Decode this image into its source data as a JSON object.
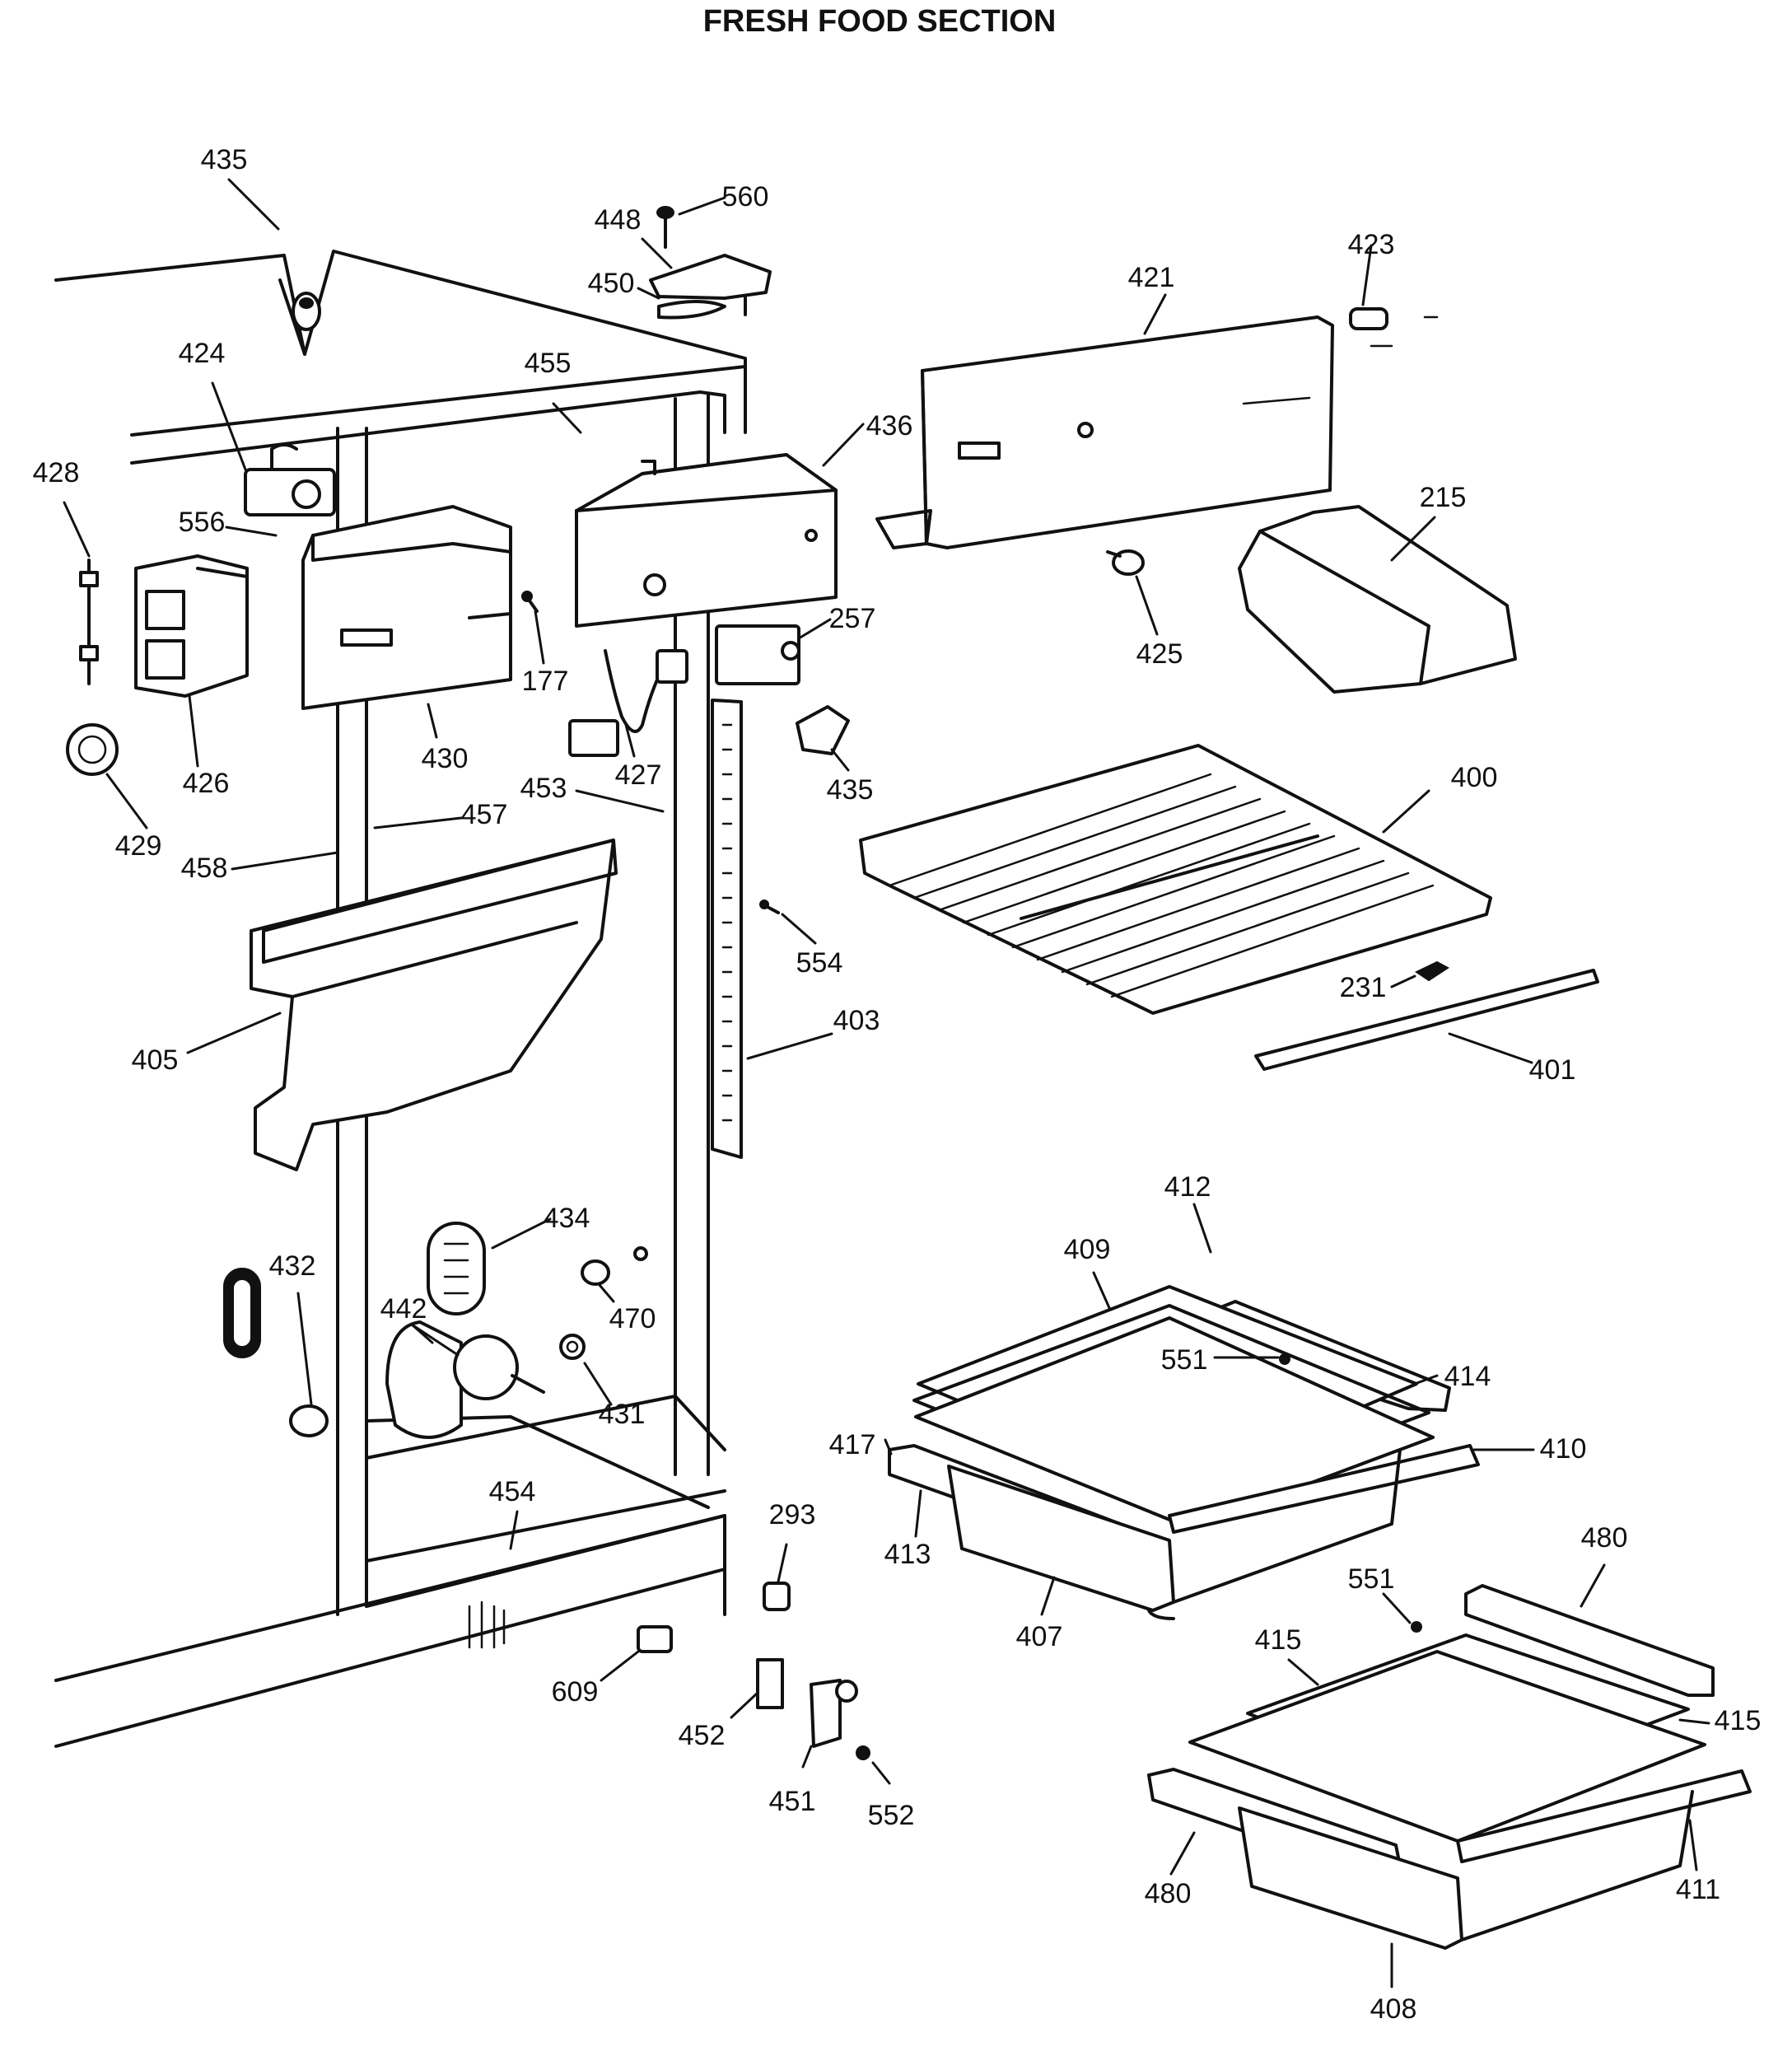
{
  "title": "FRESH FOOD SECTION",
  "labels": {
    "p435a": "435",
    "p560": "560",
    "p448": "448",
    "p450": "450",
    "p423": "423",
    "p421": "421",
    "p424": "424",
    "p455": "455",
    "p436": "436",
    "p428": "428",
    "p556": "556",
    "p215": "215",
    "p425": "425",
    "p177": "177",
    "p257": "257",
    "p426": "426",
    "p430": "430",
    "p427": "427",
    "p435b": "435",
    "p400": "400",
    "p429": "429",
    "p453": "453",
    "p457": "457",
    "p458": "458",
    "p554": "554",
    "p231": "231",
    "p403": "403",
    "p405": "405",
    "p401": "401",
    "p412": "412",
    "p409": "409",
    "p434": "434",
    "p432": "432",
    "p442": "442",
    "p470": "470",
    "p551a": "551",
    "p414": "414",
    "p417": "417",
    "p410": "410",
    "p431": "431",
    "p454": "454",
    "p293": "293",
    "p413": "413",
    "p480a": "480",
    "p551b": "551",
    "p407": "407",
    "p415a": "415",
    "p609": "609",
    "p415b": "415",
    "p452": "452",
    "p451": "451",
    "p552": "552",
    "p480b": "480",
    "p411": "411",
    "p408": "408"
  }
}
